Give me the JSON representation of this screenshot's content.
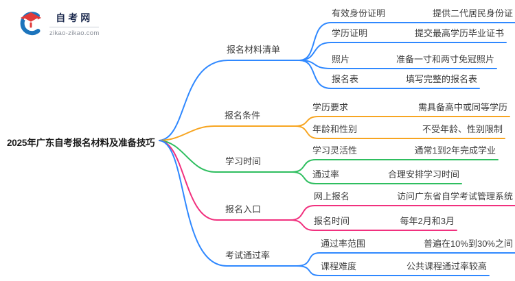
{
  "logo": {
    "site_name": "自考网",
    "site_url": "zikao-zikao.com"
  },
  "colors": {
    "blue": "#2F88FF",
    "orange": "#F7A521",
    "green": "#2EBE5F",
    "pink": "#F1307E"
  },
  "mindmap": {
    "root": "2025年广东自考报名材料及准备技巧",
    "branches": [
      {
        "label": "报名材料清单",
        "color": "#2F88FF",
        "children": [
          {
            "topic": "有效身份证明",
            "detail": "提供二代居民身份证"
          },
          {
            "topic": "学历证明",
            "detail": "提交最高学历毕业证书"
          },
          {
            "topic": "照片",
            "detail": "准备一寸和两寸免冠照片"
          },
          {
            "topic": "报名表",
            "detail": "填写完整的报名表"
          }
        ]
      },
      {
        "label": "报名条件",
        "color": "#F7A521",
        "children": [
          {
            "topic": "学历要求",
            "detail": "需具备高中或同等学历"
          },
          {
            "topic": "年龄和性别",
            "detail": "不受年龄、性别限制"
          }
        ]
      },
      {
        "label": "学习时间",
        "color": "#2EBE5F",
        "children": [
          {
            "topic": "学习灵活性",
            "detail": "通常1到2年完成学业"
          },
          {
            "topic": "通过率",
            "detail": "合理安排学习时间"
          }
        ]
      },
      {
        "label": "报名入口",
        "color": "#F1307E",
        "children": [
          {
            "topic": "网上报名",
            "detail": "访问广东省自学考试管理系统"
          },
          {
            "topic": "报名时间",
            "detail": "每年2月和3月"
          }
        ]
      },
      {
        "label": "考试通过率",
        "color": "#2F88FF",
        "children": [
          {
            "topic": "通过率范围",
            "detail": "普遍在10%到30%之间"
          },
          {
            "topic": "课程难度",
            "detail": "公共课程通过率较高"
          }
        ]
      }
    ]
  }
}
